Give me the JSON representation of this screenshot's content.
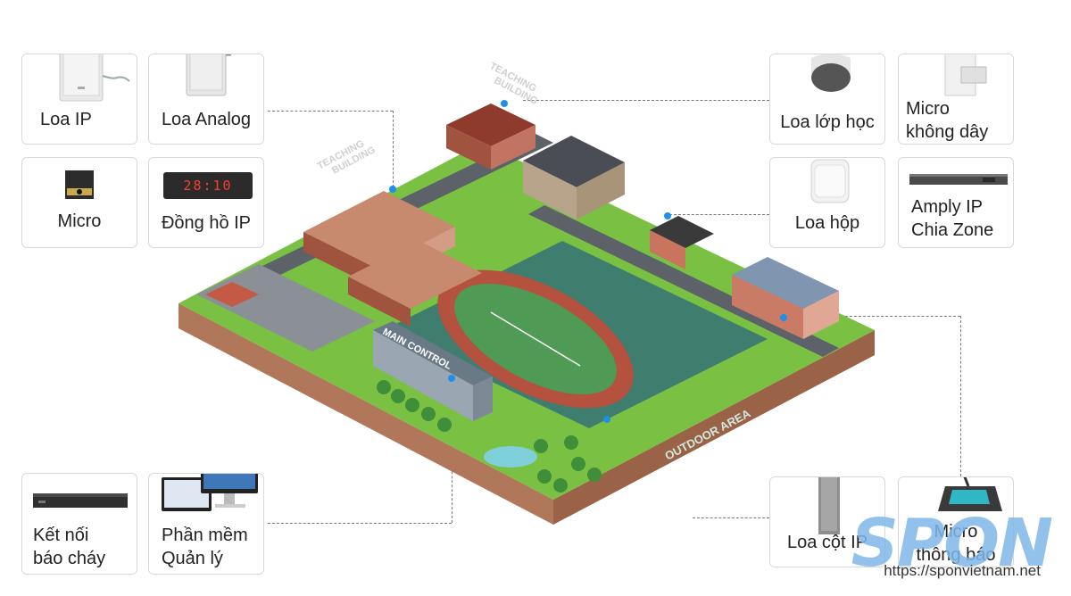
{
  "devices": {
    "ip_speaker": "Loa IP",
    "analog_speaker": "Loa Analog",
    "microphone": "Micro",
    "ip_clock": "Đồng hồ IP",
    "ip_clock_display": "28:10",
    "fire_alarm": "Kết nối\nbáo cháy",
    "software": "Phần mềm\nQuản lý",
    "classroom_speaker": "Loa lớp học",
    "wireless_mic": "Micro\nkhông dây",
    "box_speaker": "Loa hộp",
    "ip_amplifier": "Amply IP\nChia Zone",
    "column_speaker": "Loa cột IP",
    "paging_mic": "Micro\nthông báo"
  },
  "campus": {
    "teaching_building_1": "TEACHING\nBUILDING",
    "teaching_building_2": "TEACHING\nBUILDING",
    "main_control": "MAIN CONTROL",
    "outdoor_area": "OUTDOOR AREA"
  },
  "watermark": {
    "logo": "SPON",
    "url": "https://sponvietnam.net"
  },
  "colors": {
    "grass": "#79c043",
    "road": "#5c6268",
    "track": "#b5513f",
    "field": "#4f9a55",
    "court": "#3f7d6f",
    "soil": "#b0775a",
    "accent": "#1e90e8"
  }
}
